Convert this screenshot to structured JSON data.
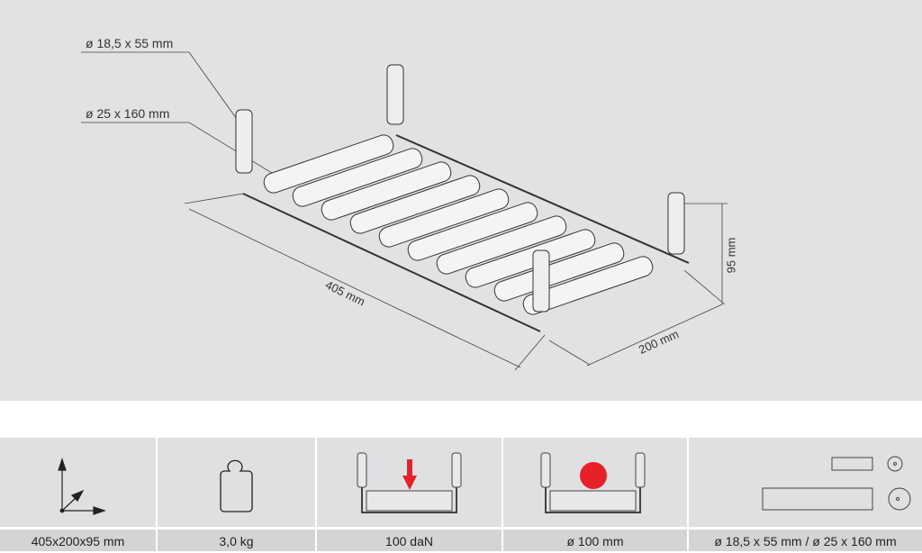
{
  "drawing": {
    "callouts": [
      {
        "text": "ø 18,5 x 55 mm"
      },
      {
        "text": "ø 25 x 160 mm"
      }
    ],
    "dimensions": {
      "length": "405 mm",
      "width": "200 mm",
      "height": "95 mm"
    }
  },
  "specs": [
    {
      "icon": "dimensions-axes-icon",
      "value": "405x200x95 mm"
    },
    {
      "icon": "weight-icon",
      "value": "3,0 kg"
    },
    {
      "icon": "load-capacity-icon",
      "value": "100 daN"
    },
    {
      "icon": "min-diameter-icon",
      "value": "ø 100 mm"
    },
    {
      "icon": "roller-sizes-icon",
      "value": "ø 18,5 x 55 mm / ø 25 x 160 mm"
    }
  ],
  "colors": {
    "accent": "#e8202a",
    "background": "#e1e2e4"
  }
}
